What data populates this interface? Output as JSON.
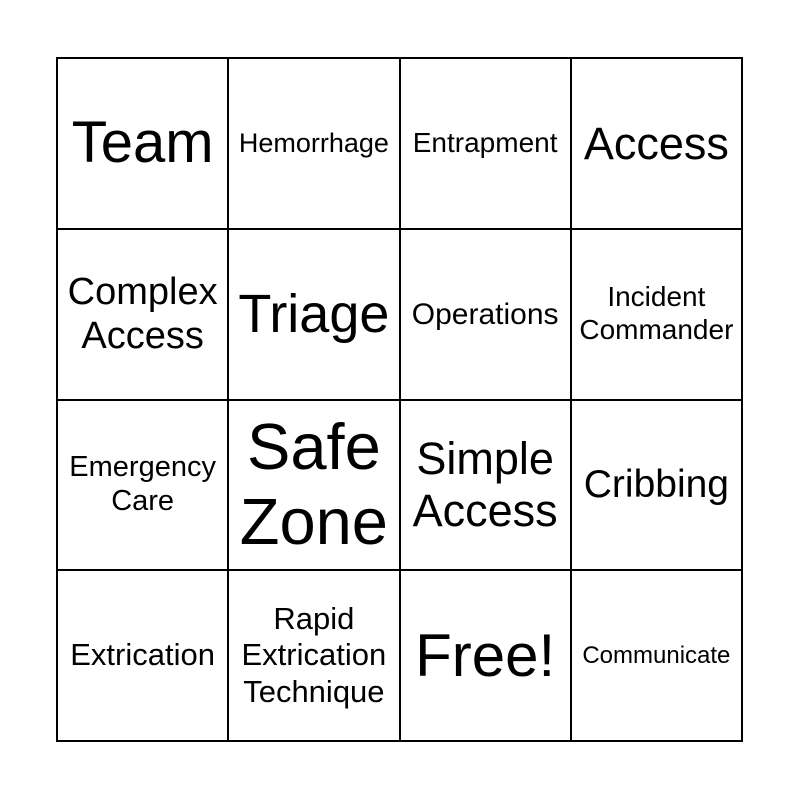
{
  "card": {
    "kind": "bingo-card",
    "rows": 4,
    "cols": 4,
    "cells": [
      [
        "Team",
        "Hemorrhage",
        "Entrapment",
        "Access"
      ],
      [
        "Complex Access",
        "Triage",
        "Operations",
        "Incident Commander"
      ],
      [
        "Emergency Care",
        "Safe Zone",
        "Simple Access",
        "Cribbing"
      ],
      [
        "Extrication",
        "Rapid Extrication Technique",
        "Free!",
        "Communicate"
      ]
    ]
  },
  "colors": {
    "background": "#ffffff",
    "grid_line": "#000000",
    "text": "#000000"
  }
}
